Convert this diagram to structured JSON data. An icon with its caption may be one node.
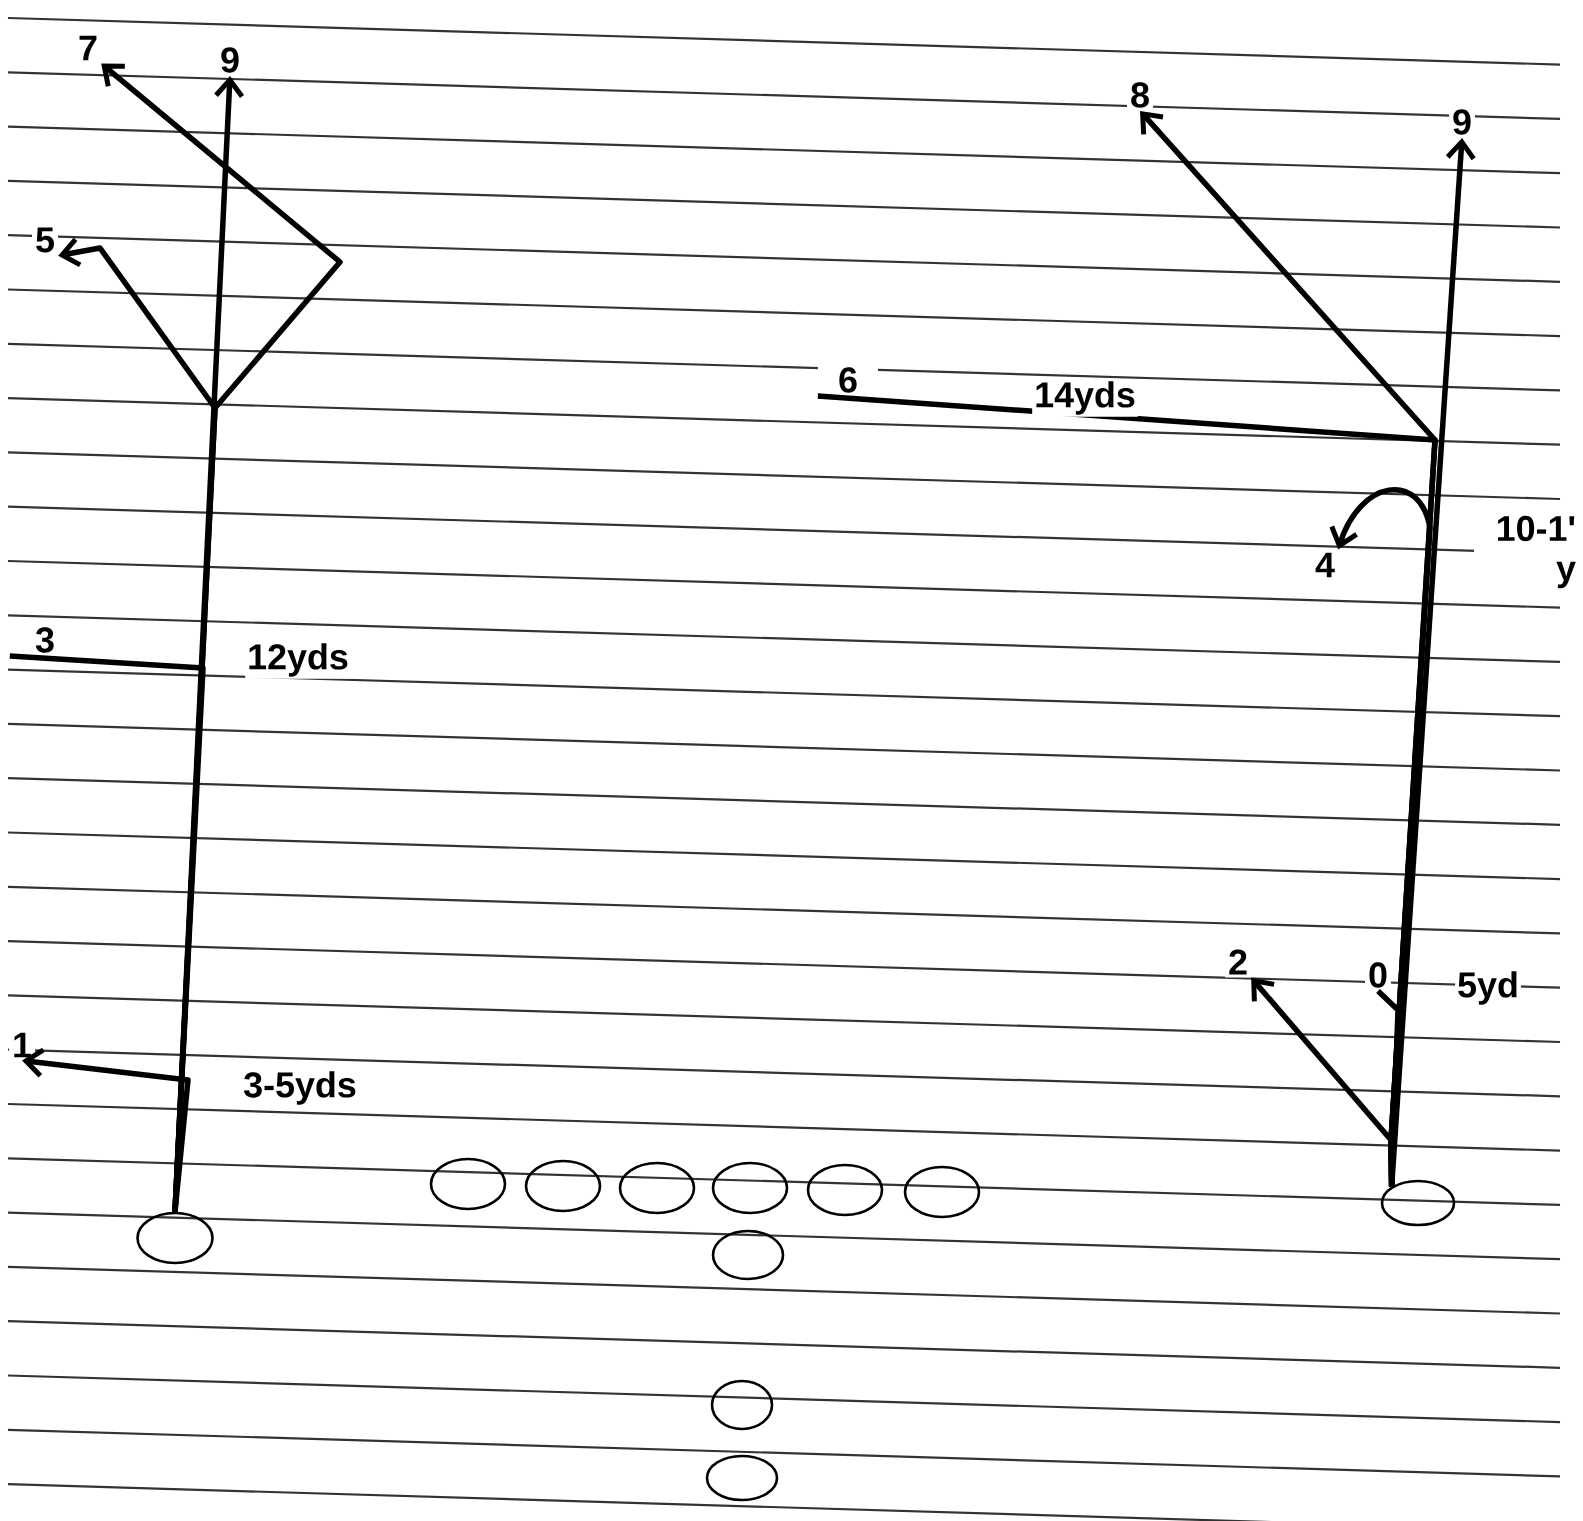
{
  "diagram": {
    "nodes": [
      {
        "text": [],
        "shape": "circle"
      },
      {
        "text": [],
        "shape": "circle"
      },
      {
        "text": [],
        "shape": "circle"
      },
      {
        "text": [],
        "shape": "circle"
      },
      {
        "text": [],
        "shape": "circle"
      },
      {
        "text": [],
        "shape": "circle"
      },
      {
        "text": [],
        "shape": "circle"
      },
      {
        "text": [],
        "shape": "circle"
      },
      {
        "text": [],
        "shape": "circle"
      },
      {
        "text": [],
        "shape": "circle"
      },
      {
        "text": [],
        "shape": "circle"
      },
      {
        "text": [
          "9"
        ]
      },
      {
        "text": [
          "7"
        ]
      },
      {
        "text": [
          "5"
        ]
      },
      {
        "text": [
          "3"
        ]
      },
      {
        "text": [
          "1"
        ]
      },
      {
        "text": [
          "9"
        ]
      },
      {
        "text": [
          "8"
        ]
      },
      {
        "text": [
          "6"
        ]
      },
      {
        "text": [
          "4"
        ]
      },
      {
        "text": [
          "2"
        ]
      },
      {
        "text": [
          "0"
        ]
      }
    ],
    "edges": [
      {
        "from": 0,
        "to": 11,
        "arrow": "to"
      },
      {
        "from": 0,
        "to": 12,
        "arrow": "to"
      },
      {
        "from": 0,
        "to": 13,
        "arrow": "to"
      },
      {
        "from": 0,
        "to": 14,
        "arrow": "none"
      },
      {
        "from": 0,
        "to": 15,
        "arrow": "to"
      },
      {
        "from": 7,
        "to": 16,
        "arrow": "to"
      },
      {
        "from": 7,
        "to": 17,
        "arrow": "to"
      },
      {
        "from": 7,
        "to": 18,
        "arrow": "none"
      },
      {
        "from": 7,
        "to": 19,
        "arrow": "to"
      },
      {
        "from": 7,
        "to": 20,
        "arrow": "to"
      },
      {
        "from": 7,
        "to": 21,
        "arrow": "none"
      }
    ],
    "labels": [
      "12yds",
      "3-5yds",
      "14yds",
      "10-1' y",
      "5yd"
    ]
  }
}
